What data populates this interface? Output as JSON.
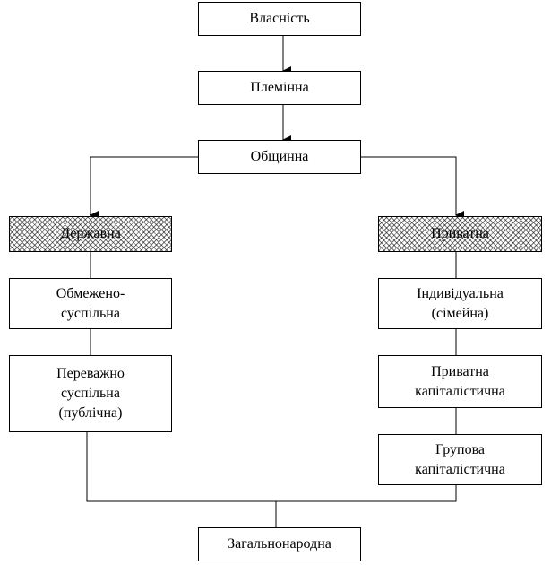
{
  "nodes": {
    "vlasnist": "Власність",
    "pleminna": "Племінна",
    "obshchynna": "Общинна",
    "derzhavna": "Державна",
    "pryvatna": "Приватна",
    "obmezheno": "Обмежено-\nсуспільна",
    "perevazhno": "Переважно\nсуспільна\n(публічна)",
    "indyvidualna": "Індивідуальна\n(сімейна)",
    "pryvatna_kap": "Приватна\nкапіталістична",
    "hrupova_kap": "Групова\nкапіталістична",
    "zahalnonarodna": "Загальнонародна"
  },
  "colors": {
    "line": "#000000",
    "box_border": "#000000",
    "hatch": "#555555"
  }
}
